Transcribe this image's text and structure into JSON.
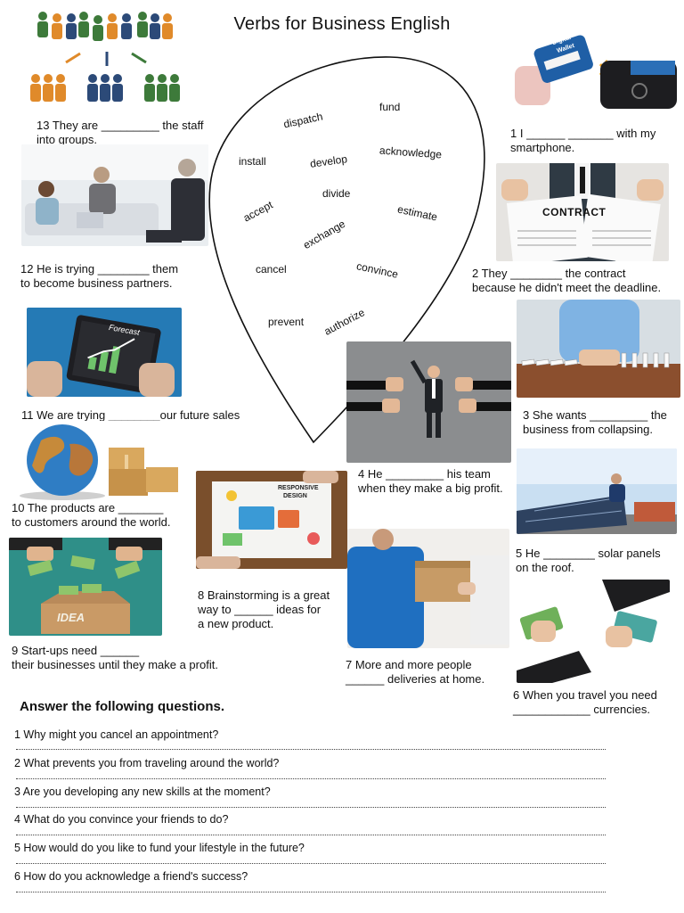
{
  "title": "Verbs for Business English",
  "word_bank": [
    "fund",
    "dispatch",
    "install",
    "develop",
    "acknowledge",
    "divide",
    "accept",
    "estimate",
    "exchange",
    "cancel",
    "convince",
    "prevent",
    "authorize"
  ],
  "captions": {
    "c1": "1 I ______ _______ with my\nsmartphone.",
    "c2": "2 They ________ the contract\nbecause he didn't meet the deadline.",
    "c3": "3 She wants _________ the\n business from collapsing.",
    "c4": "4 He _________ his team\nwhen they make a big profit.",
    "c5": "5 He ________ solar panels\n on the roof.",
    "c6": "6  When you travel you need\n____________ currencies.",
    "c7": "7 More and more people\n______ deliveries at home.",
    "c8": "8 Brainstorming is a great\nway to ______ ideas for\n a new product.",
    "c9": "9  Start-ups need ______\ntheir businesses until they make a profit.",
    "c10": "10 The products are _______\nto customers  around the world.",
    "c11": "11 We are trying ________our future sales",
    "c12": "12 He is  trying ________ them\nto become business partners.",
    "c13": "13 They are _________ the staff\ninto groups."
  },
  "image_text": {
    "wallet_line1": "Digital",
    "wallet_line2": "Wallet",
    "forecast": "Forecast",
    "contract": "CONTRACT",
    "idea": "IDEA",
    "responsive": "RESPONSIVE",
    "design": "DESIGN"
  },
  "questions_heading": "Answer the following questions.",
  "questions": [
    "1 Why might you cancel an appointment?",
    "2  What prevents you from traveling around the world?",
    "3  Are you developing any new skills at the moment?",
    "4 What do you convince your friends to do?",
    "5 How would do you like to fund your lifestyle in the future?",
    "6  How do you acknowledge a friend's success?"
  ]
}
